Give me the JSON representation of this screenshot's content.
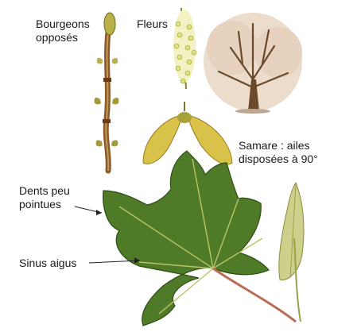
{
  "labels": {
    "bourgeons_line1": "Bourgeons",
    "bourgeons_line2": "opposés",
    "fleurs": "Fleurs",
    "samare_line1": "Samare : ailes",
    "samare_line2": "disposées à 90°",
    "dents_line1": "Dents peu",
    "dents_line2": "pointues",
    "sinus": "Sinus aigus"
  },
  "colors": {
    "leaf_dark": "#3e6a22",
    "leaf_mid": "#5e8a2e",
    "leaf_vein": "#b8c46a",
    "twig": "#8a5a2a",
    "bud": "#b9b24a",
    "samara": "#d9c24a",
    "tree_trunk": "#6b4a2c",
    "tree_crown": "#e8d4c2",
    "flower": "#dfe27a"
  }
}
